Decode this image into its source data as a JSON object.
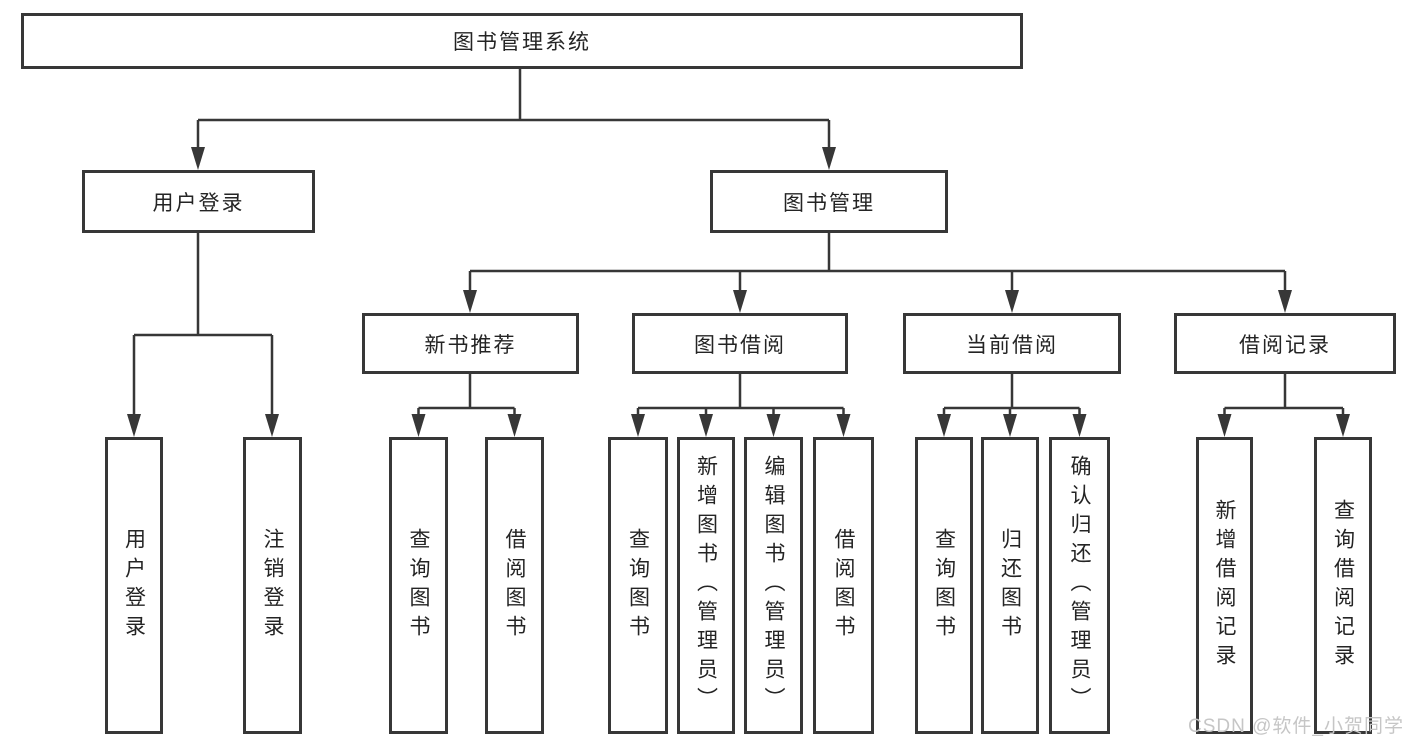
{
  "colors": {
    "line": "#373737",
    "box_border": "#373737",
    "text": "#242424",
    "watermark": "#c6c6c6",
    "background": "#ffffff"
  },
  "tree": {
    "root": {
      "label": "图书管理系统"
    },
    "level2": [
      {
        "label": "用户登录",
        "children": [
          {
            "label": "用户登录"
          },
          {
            "label": "注销登录"
          }
        ]
      },
      {
        "label": "图书管理",
        "children": [
          {
            "label": "新书推荐",
            "children": [
              {
                "label": "查询图书"
              },
              {
                "label": "借阅图书"
              }
            ]
          },
          {
            "label": "图书借阅",
            "children": [
              {
                "label": "查询图书"
              },
              {
                "label": "新增图书（管理员）"
              },
              {
                "label": "编辑图书（管理员）"
              },
              {
                "label": "借阅图书"
              }
            ]
          },
          {
            "label": "当前借阅",
            "children": [
              {
                "label": "查询图书"
              },
              {
                "label": "归还图书"
              },
              {
                "label": "确认归还（管理员）"
              }
            ]
          },
          {
            "label": "借阅记录",
            "children": [
              {
                "label": "新增借阅记录"
              },
              {
                "label": "查询借阅记录"
              }
            ]
          }
        ]
      }
    ]
  },
  "watermark": {
    "text": "CSDN @软件_小贺同学"
  }
}
